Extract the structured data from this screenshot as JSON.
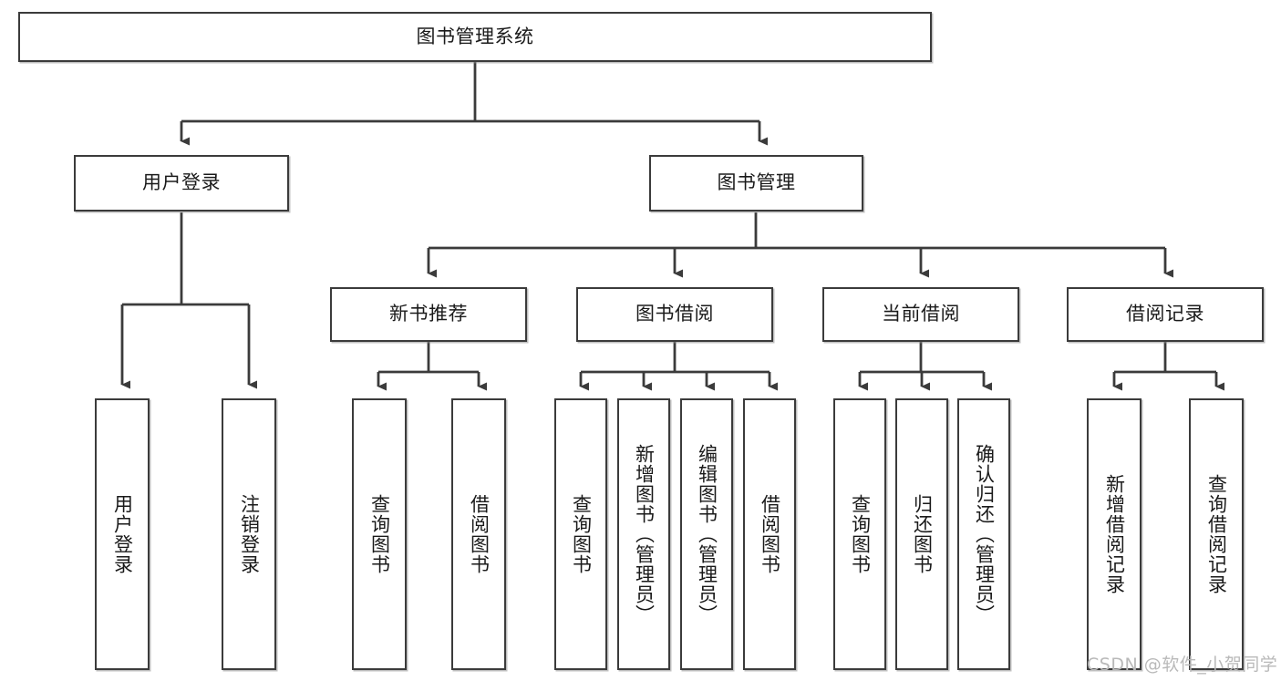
{
  "diagram": {
    "title": "图书管理系统",
    "type": "tree-hierarchy",
    "watermark": "CSDN @软件_小贺同学",
    "colors": {
      "stroke": "#3b3b3b",
      "fill": "#ffffff",
      "text": "#1a1a1a",
      "watermark": "#b9b9b9"
    },
    "root": {
      "label": "图书管理系统"
    },
    "level2": [
      {
        "label": "用户登录"
      },
      {
        "label": "图书管理"
      }
    ],
    "level3": [
      {
        "label": "新书推荐"
      },
      {
        "label": "图书借阅"
      },
      {
        "label": "当前借阅"
      },
      {
        "label": "借阅记录"
      }
    ],
    "leaves": {
      "user_login": [
        {
          "label": "用户登录"
        },
        {
          "label": "注销登录"
        }
      ],
      "new_book": [
        {
          "label": "查询图书"
        },
        {
          "label": "借阅图书"
        }
      ],
      "book_borrow": [
        {
          "label": "查询图书"
        },
        {
          "label": "新增图书（管理员）"
        },
        {
          "label": "编辑图书（管理员）"
        },
        {
          "label": "借阅图书"
        }
      ],
      "current_borrow": [
        {
          "label": "查询图书"
        },
        {
          "label": "归还图书"
        },
        {
          "label": "确认归还（管理员）"
        }
      ],
      "borrow_record": [
        {
          "label": "新增借阅记录"
        },
        {
          "label": "查询借阅记录"
        }
      ]
    }
  }
}
